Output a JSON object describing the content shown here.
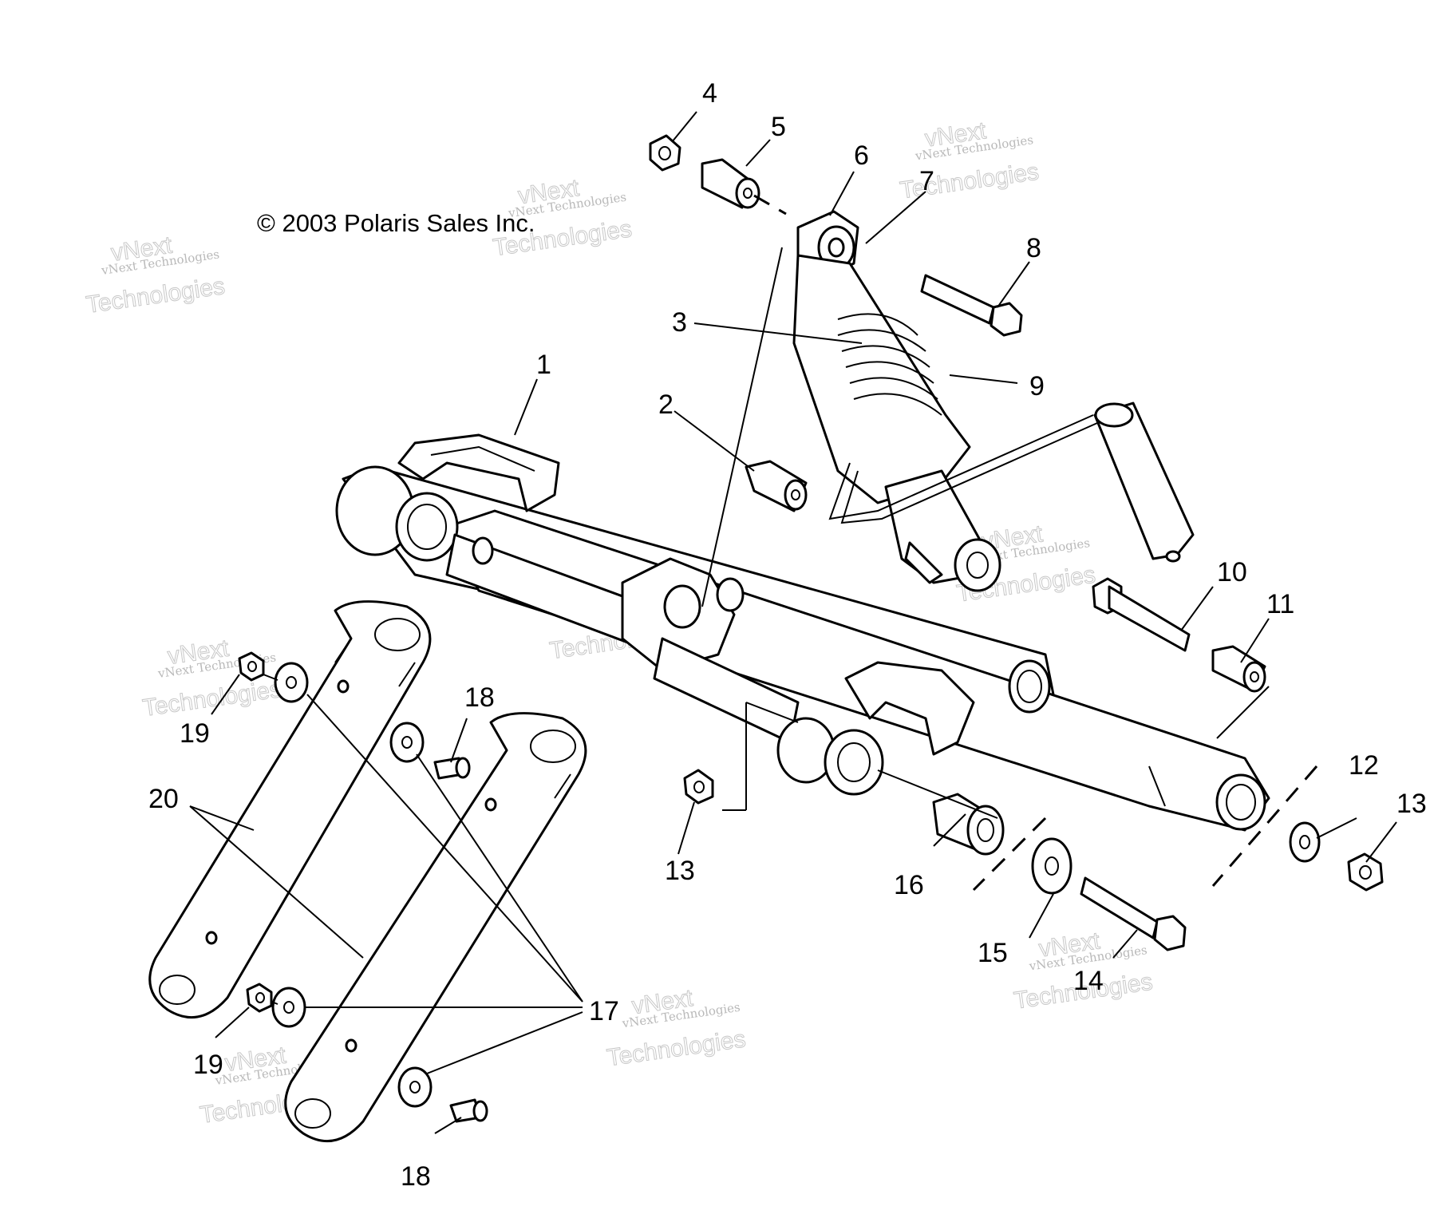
{
  "copyright": "© 2003 Polaris Sales Inc.",
  "watermark": {
    "line1": "vNext Technologies",
    "line2": "Technologies",
    "line3": "vNext"
  },
  "callouts": {
    "c1": "1",
    "c2": "2",
    "c3": "3",
    "c4": "4",
    "c5": "5",
    "c6": "6",
    "c7": "7",
    "c8": "8",
    "c9": "9",
    "c10": "10",
    "c11": "11",
    "c12": "12",
    "c13a": "13",
    "c13b": "13",
    "c14": "14",
    "c15": "15",
    "c16": "16",
    "c17": "17",
    "c18a": "18",
    "c18b": "18",
    "c19a": "19",
    "c19b": "19",
    "c20": "20"
  }
}
